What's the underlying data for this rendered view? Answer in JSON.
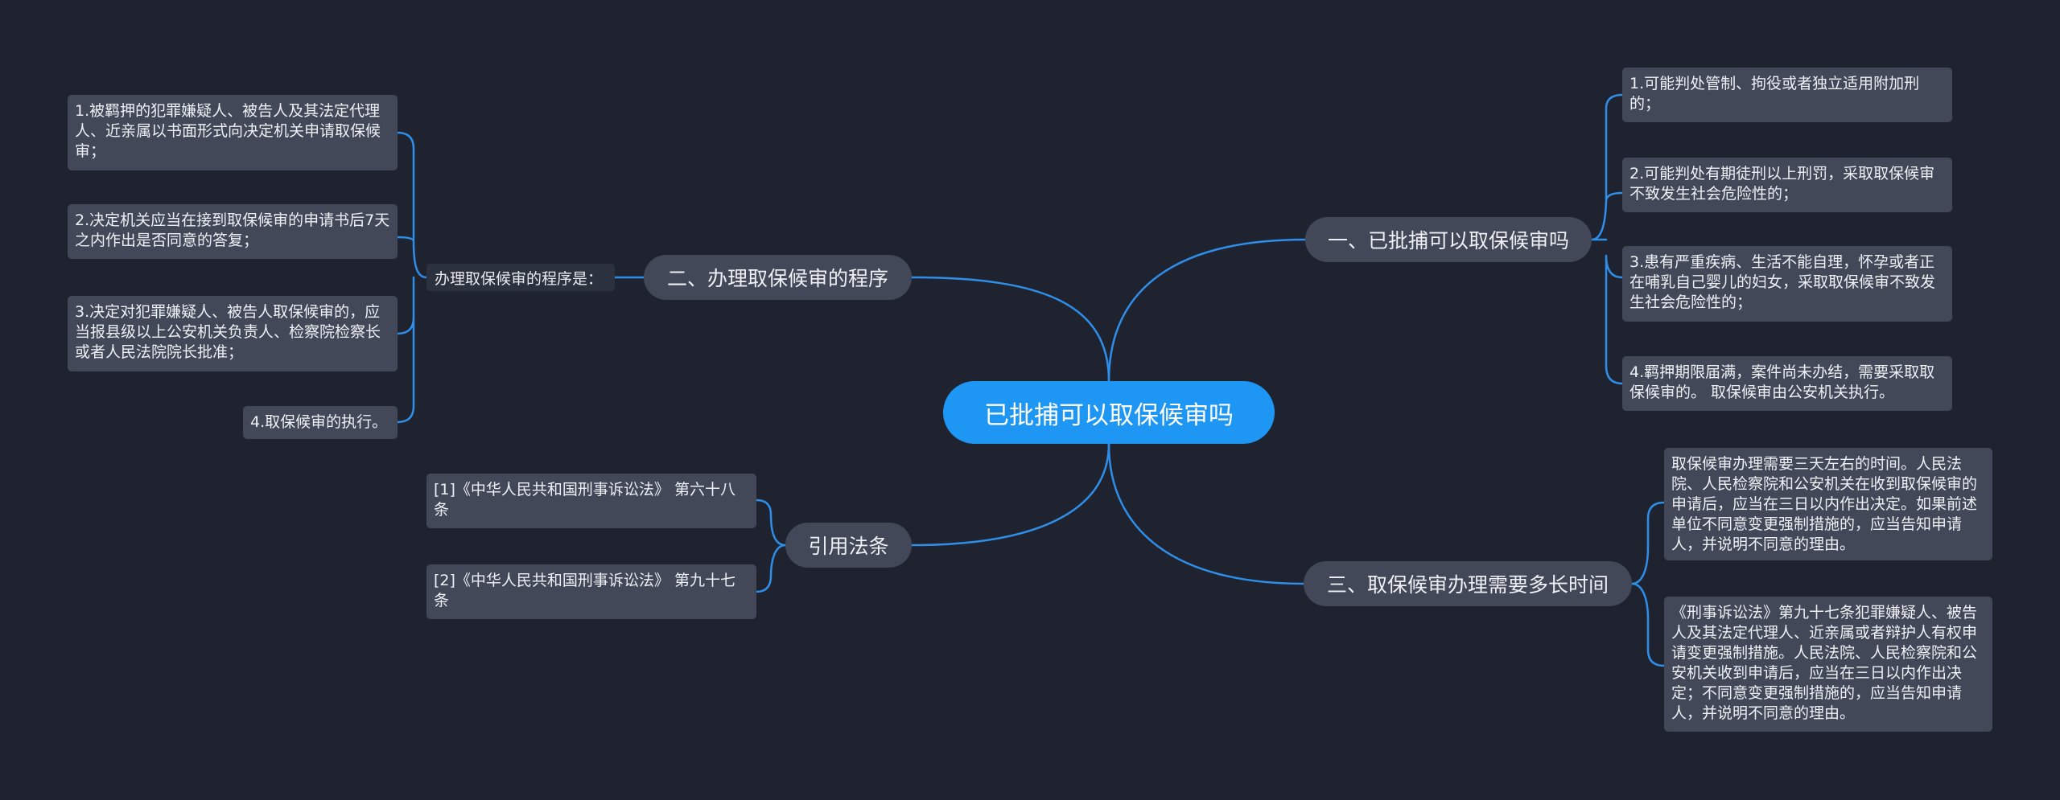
{
  "root": {
    "label": "已批捕可以取保候审吗"
  },
  "branches": {
    "b1": {
      "label": "一、已批捕可以取保候审吗",
      "items": [
        "1.可能判处管制、拘役或者独立适用附加刑的；",
        "2.可能判处有期徒刑以上刑罚，采取取保候审不致发生社会危险性的；",
        "3.患有严重疾病、生活不能自理，怀孕或者正在哺乳自己婴儿的妇女，采取取保候审不致发生社会危险性的；",
        "4.羁押期限届满，案件尚未办结，需要采取取保候审的。 取保候审由公安机关执行。"
      ]
    },
    "b2": {
      "label": "二、办理取保候审的程序",
      "mid": "办理取保候审的程序是：",
      "items": [
        "1.被羁押的犯罪嫌疑人、被告人及其法定代理人、近亲属以书面形式向决定机关申请取保候审；",
        "2.决定机关应当在接到取保候审的申请书后7天之内作出是否同意的答复；",
        "3.决定对犯罪嫌疑人、被告人取保候审的，应当报县级以上公安机关负责人、检察院检察长或者人民法院院长批准；",
        "4.取保候审的执行。"
      ]
    },
    "b3": {
      "label": "三、取保候审办理需要多长时间",
      "items": [
        "取保候审办理需要三天左右的时间。人民法院、人民检察院和公安机关在收到取保候审的申请后，应当在三日以内作出决定。如果前述单位不同意变更强制措施的，应当告知申请人，并说明不同意的理由。",
        "《刑事诉讼法》第九十七条犯罪嫌疑人、被告人及其法定代理人、近亲属或者辩护人有权申请变更强制措施。人民法院、人民检察院和公安机关收到申请后，应当在三日以内作出决定；不同意变更强制措施的，应当告知申请人，并说明不同意的理由。"
      ]
    },
    "b4": {
      "label": "引用法条",
      "items": [
        "[1]《中华人民共和国刑事诉讼法》 第六十八条",
        "[2]《中华人民共和国刑事诉讼法》 第九十七条"
      ]
    }
  },
  "colors": {
    "link": "#2f8ee8",
    "root": "#1e96f3",
    "node": "#424858",
    "background": "#1f2330"
  }
}
